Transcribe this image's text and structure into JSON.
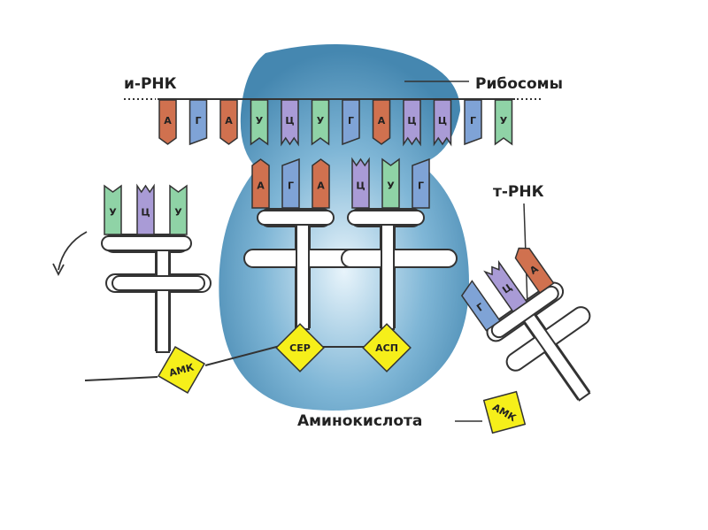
{
  "labels": {
    "mrna": "и-РНК",
    "ribosome": "Рибосомы",
    "trna": "т-РНК",
    "amino_acid": "Аминокислота"
  },
  "colors": {
    "A": "#d0714f",
    "G": "#7fa3d6",
    "U": "#8fd3a6",
    "C": "#a99bd6",
    "amk": "#f6ef1a",
    "ribosome": "#4e93bb"
  },
  "mrna_codons": [
    "А",
    "Г",
    "А",
    "У",
    "Ц",
    "У",
    "Г",
    "А",
    "Ц",
    "Ц",
    "Г",
    "У"
  ],
  "anticodons": {
    "left": [
      "У",
      "Ц",
      "У"
    ],
    "center_left": [
      "А",
      "Г",
      "А"
    ],
    "center_right": [
      "Ц",
      "У",
      "Г"
    ],
    "right": [
      "Г",
      "Ц",
      "А"
    ]
  },
  "amino_acids": {
    "left": "АМК",
    "center_left": "СЕР",
    "center_right": "АСП",
    "right": "АМК"
  }
}
